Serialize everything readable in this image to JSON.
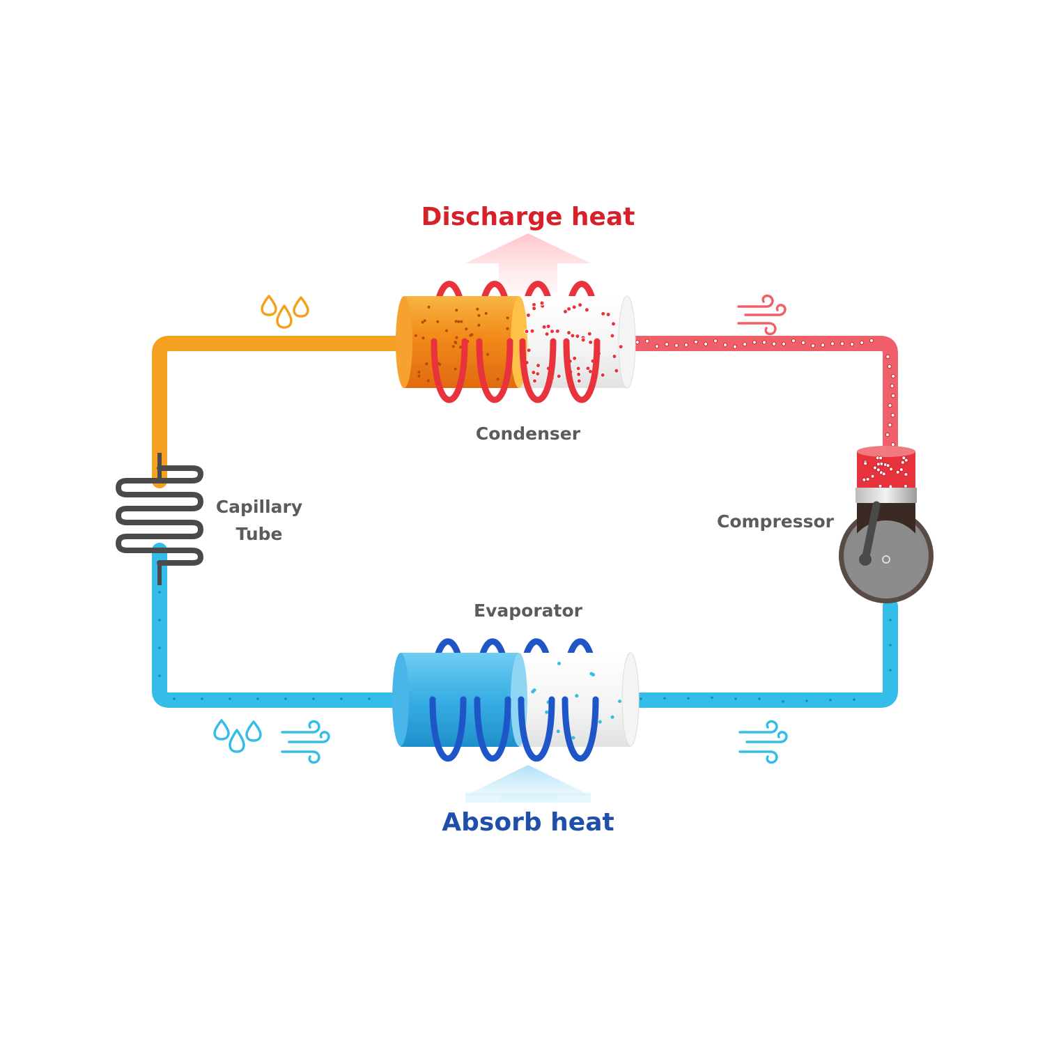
{
  "diagram": {
    "labels": {
      "discharge": "Discharge heat",
      "absorb": "Absorb heat",
      "condenser": "Condenser",
      "evaporator": "Evaporator",
      "compressor": "Compressor",
      "capillary_line1": "Capillary",
      "capillary_line2": "Tube"
    },
    "colors": {
      "hot_pipe": "#f0606a",
      "warm_pipe": "#f4a020",
      "cold_pipe": "#33bde8",
      "hot_coil": "#e8323c",
      "cold_coil": "#1e56c8",
      "discharge_text": "#d6202a",
      "absorb_text": "#1f4fa8",
      "label_text": "#5b5b5b",
      "capillary": "#4a4a4a"
    },
    "icons": [
      "droplets-icon",
      "wind-icon"
    ]
  }
}
